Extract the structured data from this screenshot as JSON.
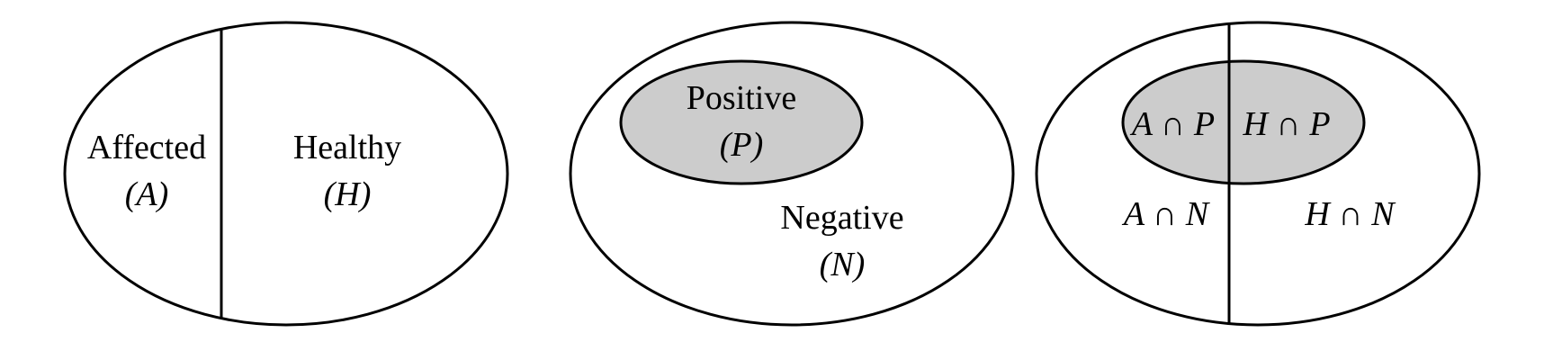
{
  "colors": {
    "stroke": "#000000",
    "shaded_region": "#cccccc",
    "background": "#ffffff"
  },
  "panel_left": {
    "affected_label": "Affected",
    "affected_symbol": "(A)",
    "healthy_label": "Healthy",
    "healthy_symbol": "(H)"
  },
  "panel_middle": {
    "positive_label": "Positive",
    "positive_symbol": "(P)",
    "negative_label": "Negative",
    "negative_symbol": "(N)"
  },
  "panel_right": {
    "a_and_p": "A ∩ P",
    "h_and_p": "H ∩ P",
    "a_and_n": "A ∩ N",
    "h_and_n": "H ∩ N"
  }
}
